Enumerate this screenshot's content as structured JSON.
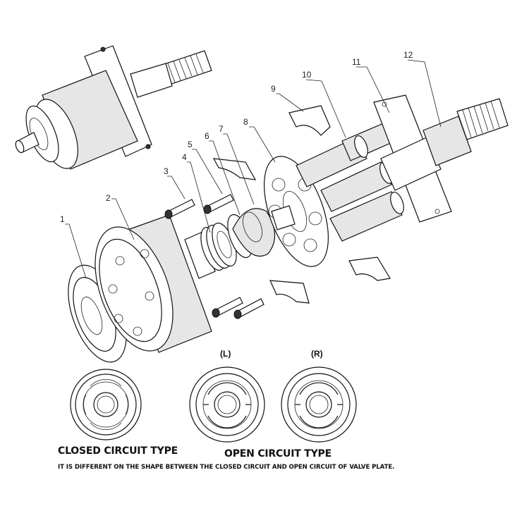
{
  "callouts": [
    {
      "num": "1"
    },
    {
      "num": "2"
    },
    {
      "num": "3"
    },
    {
      "num": "4"
    },
    {
      "num": "5"
    },
    {
      "num": "6"
    },
    {
      "num": "7"
    },
    {
      "num": "8"
    },
    {
      "num": "9"
    },
    {
      "num": "10"
    },
    {
      "num": "11"
    },
    {
      "num": "12"
    }
  ],
  "plate_labels": {
    "left": "(L)",
    "right": "(R)"
  },
  "captions": {
    "closed": "CLOSED CIRCUIT TYPE",
    "open": "OPEN CIRCUIT TYPE",
    "note": "IT IS DIFFERENT ON THE SHAPE BETWEEN THE CLOSED CIRCUIT AND OPEN CIRCUIT OF VALVE  PLATE."
  }
}
